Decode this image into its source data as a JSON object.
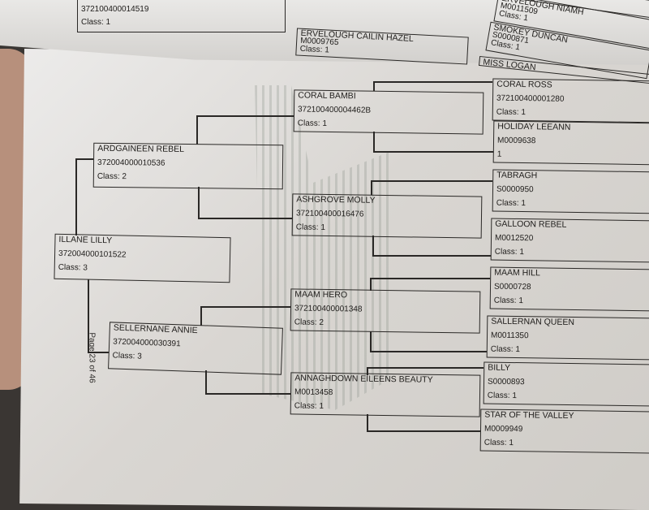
{
  "previous_page": {
    "boxes": [
      {
        "reg": "372100400014519",
        "class": "Class: 1"
      },
      {
        "name": "ERVELOUGH CAILIN HAZEL",
        "reg": "M0009765",
        "class": "Class: 1"
      },
      {
        "class": "Class: 1"
      },
      {
        "name": "ERVELOUGH NIAMH",
        "reg": "M0011509",
        "class": "Class: 1"
      },
      {
        "name": "SMOKEY DUNCAN",
        "reg": "S0000871",
        "class": "Class: 1"
      },
      {
        "name": "MISS LOGAN"
      }
    ]
  },
  "pedigree": {
    "subject": {
      "name": "ILLANE LILLY",
      "reg": "372004000101522",
      "class": "Class: 3"
    },
    "parents": [
      {
        "name": "ARDGAINEEN REBEL",
        "reg": "372004000010536",
        "class": "Class: 2"
      },
      {
        "name": "SELLERNANE ANNIE",
        "reg": "372004000030391",
        "class": "Class: 3"
      }
    ],
    "grandparents": [
      {
        "name": "CORAL BAMBI",
        "reg": "372100400004462B",
        "class": "Class: 1"
      },
      {
        "name": "ASHGROVE MOLLY",
        "reg": "372100400016476",
        "class": "Class: 1"
      },
      {
        "name": "MAAM HERO",
        "reg": "372100400001348",
        "class": "Class: 2"
      },
      {
        "name": "ANNAGHDOWN EILEENS BEAUTY",
        "reg": "M0013458",
        "class": "Class: 1"
      }
    ],
    "great_grandparents": [
      {
        "name": "CORAL ROSS",
        "reg": "372100400001280",
        "class": "Class: 1"
      },
      {
        "name": "HOLIDAY LEEANN",
        "reg": "M0009638",
        "class": "1"
      },
      {
        "name": "TABRAGH",
        "reg": "S0000950",
        "class": "Class: 1"
      },
      {
        "name": "GALLOON REBEL",
        "reg": "M0012520",
        "class": "Class: 1"
      },
      {
        "name": "MAAM HILL",
        "reg": "S0000728",
        "class": "Class: 1"
      },
      {
        "name": "SALLERNAN QUEEN",
        "reg": "M0011350",
        "class": "Class: 1"
      },
      {
        "name": "BILLY",
        "reg": "S0000893",
        "class": "Class: 1"
      },
      {
        "name": "STAR OF THE VALLEY",
        "reg": "M0009949",
        "class": "Class: 1"
      }
    ]
  },
  "page_label": "Page 23 of 46"
}
